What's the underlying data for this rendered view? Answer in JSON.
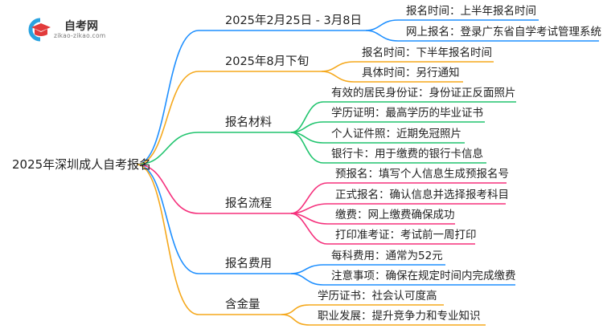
{
  "logo": {
    "title": "自考网",
    "url": "zikao-zikao.com"
  },
  "root": "2025年深圳成人自考报名",
  "branches": [
    {
      "label": "2025年2月25日 - 3月8日",
      "color": "#1e8fff",
      "children": [
        "报名时间：上半年报名时间",
        "网上报名：登录广东省自学考试管理系统"
      ]
    },
    {
      "label": "2025年8月下旬",
      "color": "#f5a81c",
      "children": [
        "报名时间：下半年报名时间",
        "具体时间：另行通知"
      ]
    },
    {
      "label": "报名材料",
      "color": "#20c46e",
      "children": [
        "有效的居民身份证：身份证正反面照片",
        "学历证明：最高学历的毕业证书",
        "个人证件照：近期免冠照片",
        "银行卡：用于缴费的银行卡信息"
      ]
    },
    {
      "label": "报名流程",
      "color": "#f5307c",
      "children": [
        "预报名：填写个人信息生成预报名号",
        "正式报名：确认信息并选择报考科目",
        "缴费：网上缴费确保成功",
        "打印准考证：考试前一周打印"
      ]
    },
    {
      "label": "报名费用",
      "color": "#1e8fff",
      "children": [
        "每科费用：通常为52元",
        "注意事项：确保在规定时间内完成缴费"
      ]
    },
    {
      "label": "含金量",
      "color": "#f5a81c",
      "children": [
        "学历证书：社会认可度高",
        "职业发展：提升竞争力和专业知识"
      ]
    }
  ]
}
